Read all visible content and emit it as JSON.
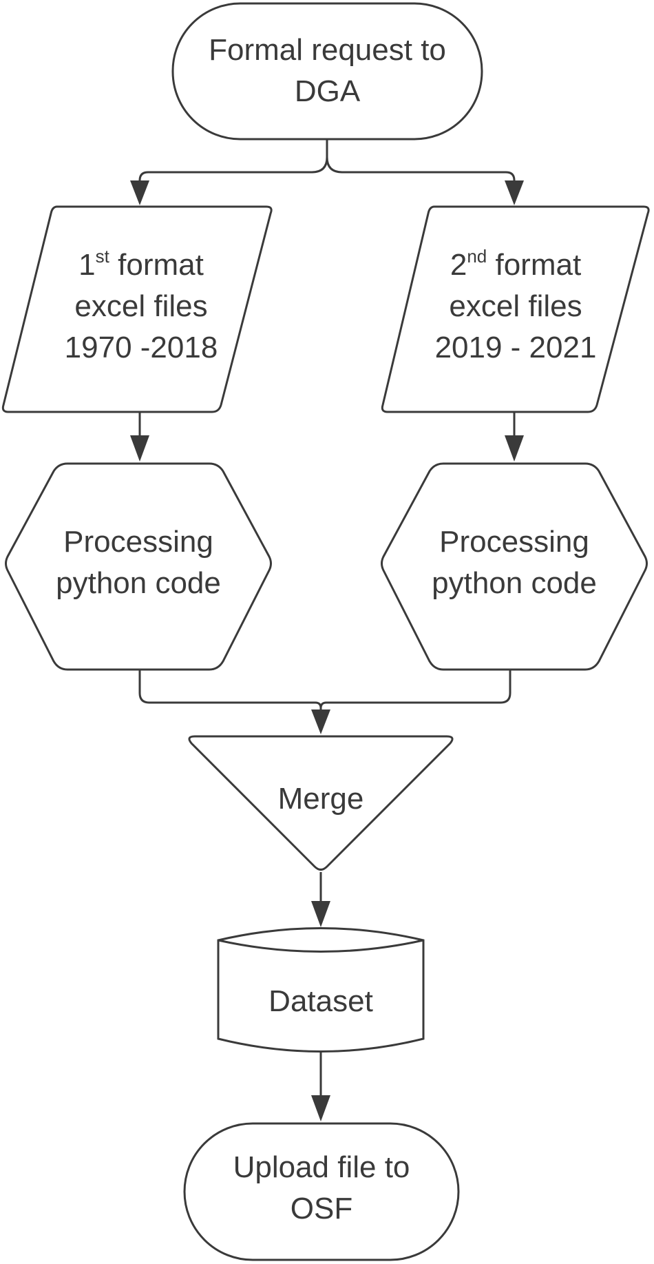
{
  "nodes": {
    "request": {
      "line1": "Formal request to",
      "line2": "DGA"
    },
    "format1": {
      "ordinal_num": "1",
      "ordinal_suffix": "st",
      "word": "format",
      "line2": "excel files",
      "line3": "1970 -2018"
    },
    "format2": {
      "ordinal_num": "2",
      "ordinal_suffix": "nd",
      "word": "format",
      "line2": "excel files",
      "line3": "2019 - 2021"
    },
    "process1": {
      "line1": "Processing",
      "line2": "python code"
    },
    "process2": {
      "line1": "Processing",
      "line2": "python code"
    },
    "merge": {
      "label": "Merge"
    },
    "dataset": {
      "label": "Dataset"
    },
    "upload": {
      "line1": "Upload file to",
      "line2": "OSF"
    }
  }
}
